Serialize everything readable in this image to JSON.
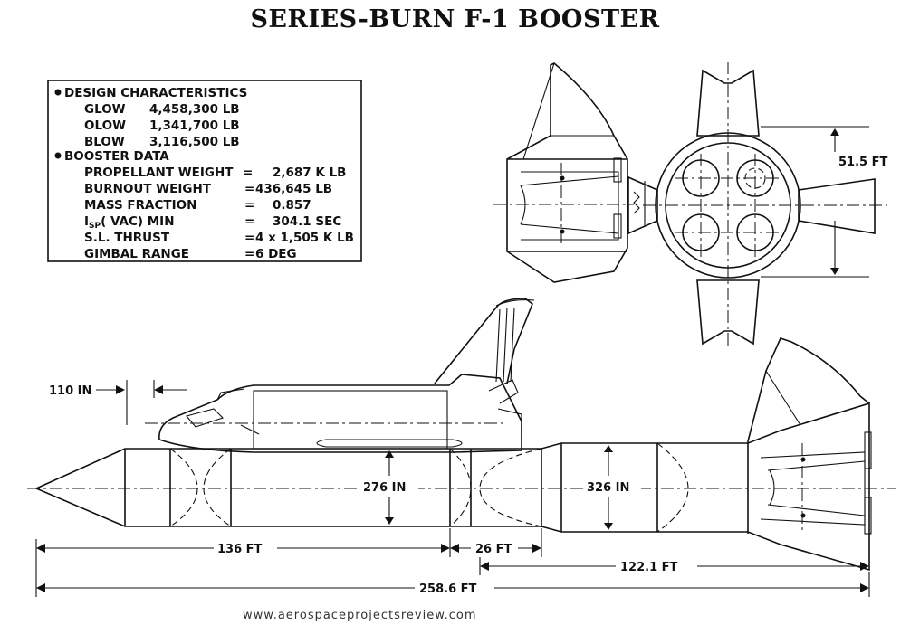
{
  "title": "SERIES-BURN F-1 BOOSTER",
  "design_header": "DESIGN CHARACTERISTICS",
  "design": [
    {
      "label": "GLOW",
      "value": "4,458,300 LB"
    },
    {
      "label": "OLOW",
      "value": "1,341,700 LB"
    },
    {
      "label": "BLOW",
      "value": "3,116,500 LB"
    }
  ],
  "booster_header": "BOOSTER DATA",
  "booster": [
    {
      "label": "PROPELLANT WEIGHT",
      "eq": "=",
      "value": "2,687 K LB"
    },
    {
      "label": "BURNOUT WEIGHT",
      "eq": "=",
      "value": "436,645 LB"
    },
    {
      "label": "MASS FRACTION",
      "eq": "=",
      "value": "0.857"
    },
    {
      "label": "I",
      "sub": "SP",
      "label2": "( VAC) MIN",
      "eq": "=",
      "value": "304.1 SEC"
    },
    {
      "label": "S.L. THRUST",
      "eq": "=",
      "value": "4 x 1,505 K LB"
    },
    {
      "label": "GIMBAL RANGE",
      "eq": "=",
      "value": "6 DEG"
    }
  ],
  "dimensions": {
    "offset": "110 IN",
    "diam_fwd": "276 IN",
    "diam_aft": "326 IN",
    "fwd_len": "136 FT",
    "inter_len": "26 FT",
    "aft_len": "122.1 FT",
    "total_len": "258.6 FT",
    "engine_spacing": "51.5 FT"
  },
  "website": "www.aerospaceprojectsreview.com"
}
